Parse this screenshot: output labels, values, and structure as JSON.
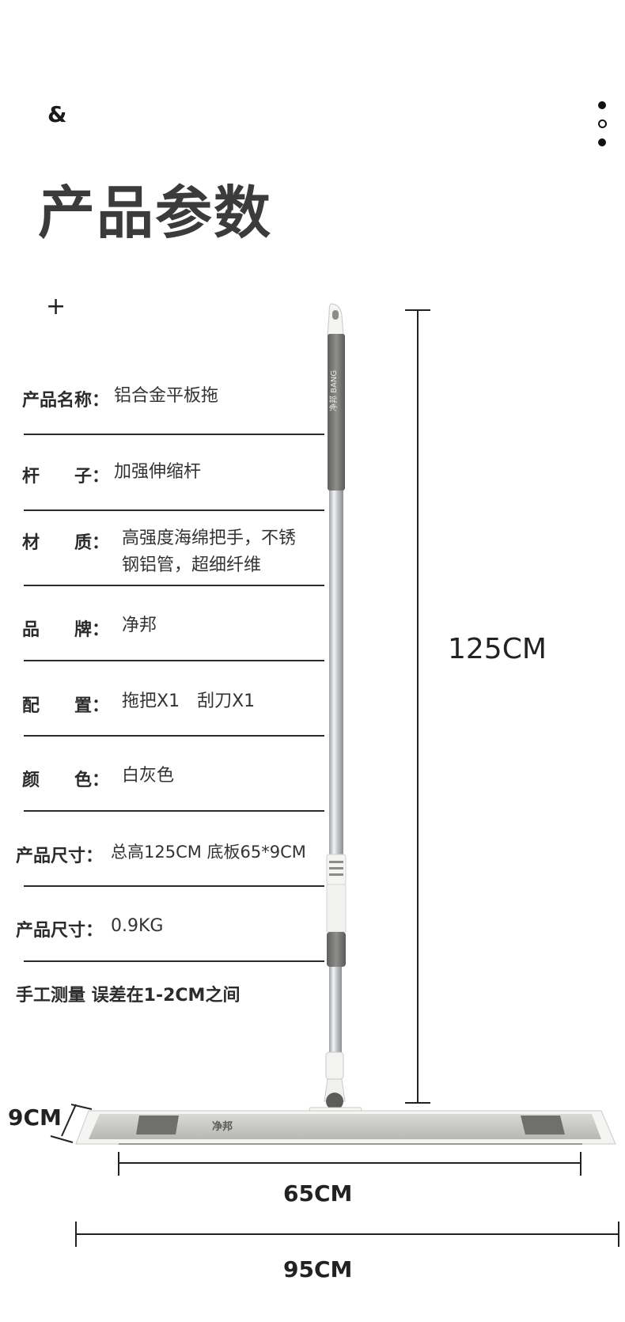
{
  "header": {
    "ampersand": "&",
    "title": "产品参数",
    "plus": "+"
  },
  "specs": [
    {
      "label": "产品名称：",
      "value": "铝合金平板拖"
    },
    {
      "label": "杆　　子：",
      "value": "加强伸缩杆"
    },
    {
      "label": "材　　质：",
      "value": "高强度海绵把手，不锈",
      "value2": "钢铝管，超细纤维"
    },
    {
      "label": "品　　牌：",
      "value": "净邦"
    },
    {
      "label": "配　　置：",
      "value": "拖把X1　刮刀X1"
    },
    {
      "label": "颜　　色：",
      "value": "白灰色"
    },
    {
      "label": "产品尺寸：",
      "value": "总高125CM  底板65*9CM"
    },
    {
      "label": "产品尺寸：",
      "value": "0.9KG"
    }
  ],
  "note": "手工测量 误差在1-2CM之间",
  "dimensions": {
    "height": "125CM",
    "width_plate": "9CM",
    "length_base": "65CM",
    "length_full": "95CM"
  },
  "product": {
    "handle_brand": "净邦 BANG",
    "base_brand": "净邦"
  },
  "colors": {
    "text": "#222222",
    "handle_gray": "#7a7a78",
    "mop_pad": "#c9c9c7",
    "steel": "#cfd2d4"
  }
}
